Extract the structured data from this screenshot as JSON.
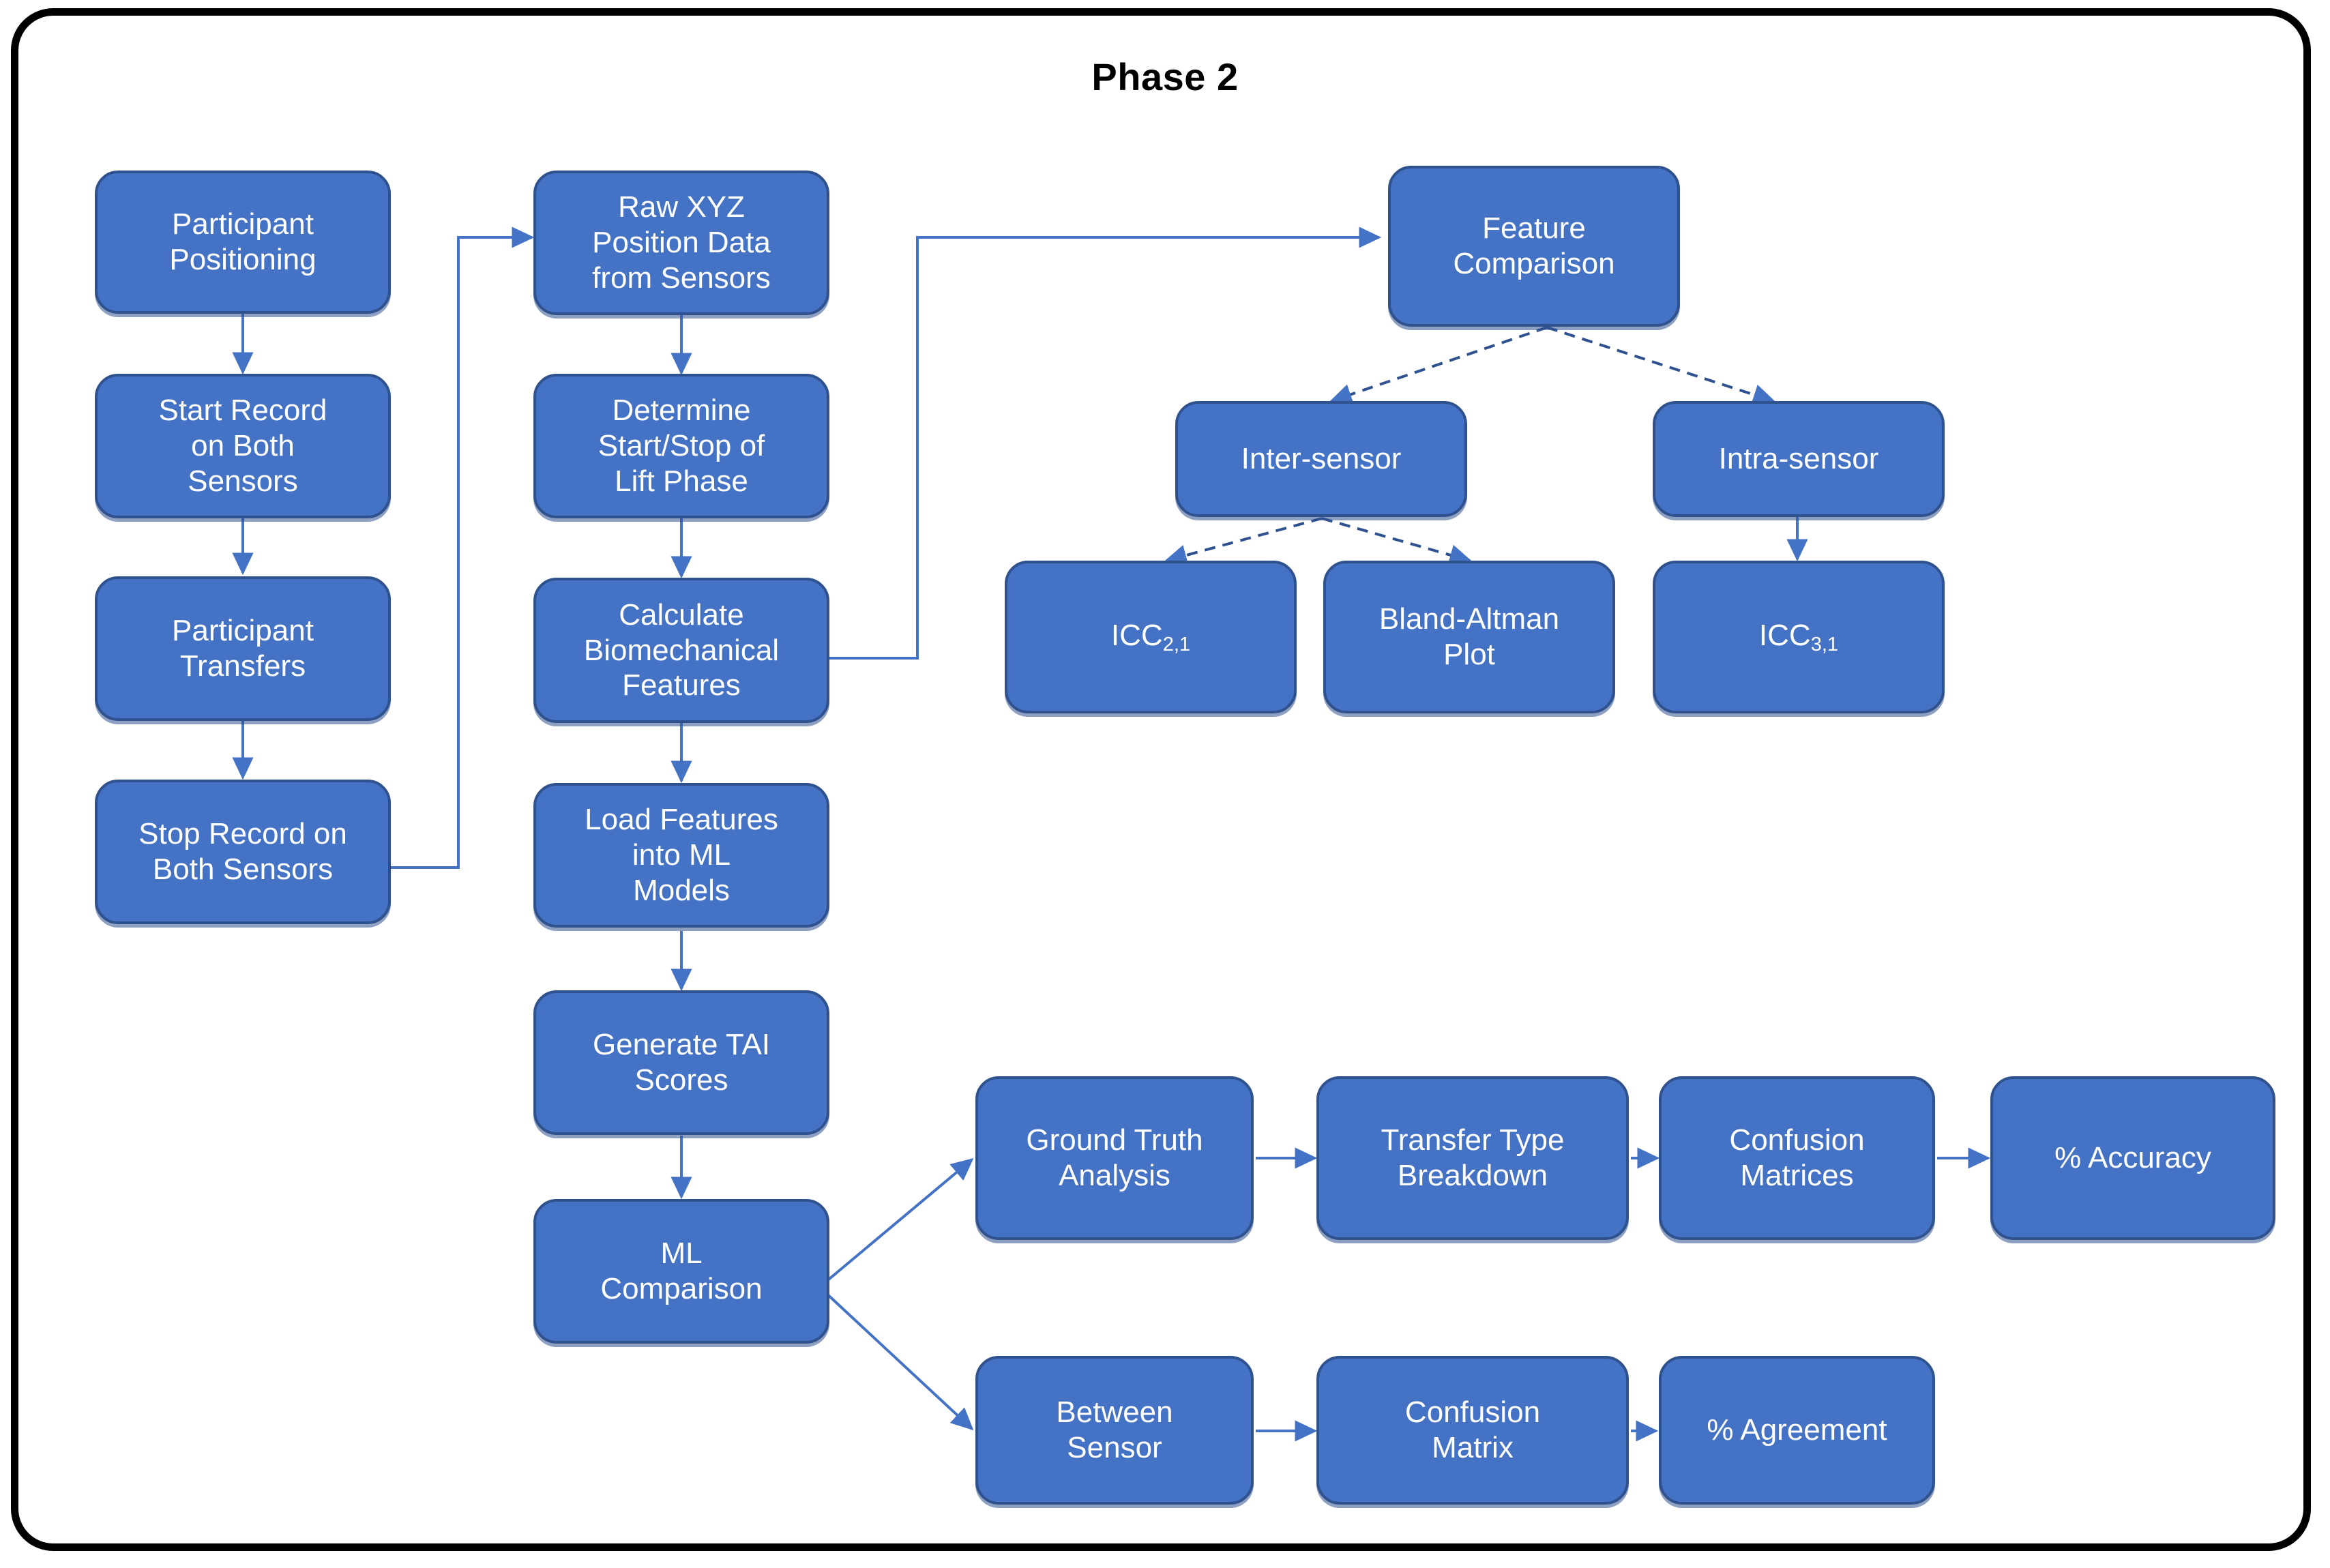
{
  "diagram": {
    "title": "Phase 2",
    "accent_color": "#4472C4",
    "border_color": "#2F528F",
    "arrow_color": "#4472C4",
    "frame_color": "#000000",
    "nodes": {
      "participant_positioning": "Participant\nPositioning",
      "start_record": "Start Record\non Both\nSensors",
      "participant_transfers": "Participant\nTransfers",
      "stop_record": "Stop Record on\nBoth Sensors",
      "raw_xyz": "Raw XYZ\nPosition Data\nfrom Sensors",
      "determine_start_stop": "Determine\nStart/Stop of\nLift Phase",
      "calculate_features": "Calculate\nBiomechanical\nFeatures",
      "load_features": "Load Features\ninto ML\nModels",
      "generate_tai": "Generate TAI\nScores",
      "ml_comparison": "ML\nComparison",
      "feature_comparison": "Feature\nComparison",
      "inter_sensor": "Inter-sensor",
      "intra_sensor": "Intra-sensor",
      "icc_2_1_main": "ICC",
      "icc_2_1_sub": "2,1",
      "bland_altman": "Bland-Altman\nPlot",
      "icc_3_1_main": "ICC",
      "icc_3_1_sub": "3,1",
      "ground_truth": "Ground Truth\nAnalysis",
      "transfer_type": "Transfer Type\nBreakdown",
      "confusion_matrices": "Confusion\nMatrices",
      "percent_accuracy": "% Accuracy",
      "between_sensor": "Between\nSensor",
      "confusion_matrix": "Confusion\nMatrix",
      "percent_agreement": "% Agreement"
    },
    "edges": [
      {
        "from": "participant_positioning",
        "to": "start_record",
        "style": "solid"
      },
      {
        "from": "start_record",
        "to": "participant_transfers",
        "style": "solid"
      },
      {
        "from": "participant_transfers",
        "to": "stop_record",
        "style": "solid"
      },
      {
        "from": "stop_record",
        "to": "raw_xyz",
        "style": "elbow"
      },
      {
        "from": "raw_xyz",
        "to": "determine_start_stop",
        "style": "solid"
      },
      {
        "from": "determine_start_stop",
        "to": "calculate_features",
        "style": "solid"
      },
      {
        "from": "calculate_features",
        "to": "load_features",
        "style": "solid"
      },
      {
        "from": "calculate_features",
        "to": "feature_comparison",
        "style": "elbow"
      },
      {
        "from": "load_features",
        "to": "generate_tai",
        "style": "solid"
      },
      {
        "from": "generate_tai",
        "to": "ml_comparison",
        "style": "solid"
      },
      {
        "from": "feature_comparison",
        "to": "inter_sensor",
        "style": "dashed"
      },
      {
        "from": "feature_comparison",
        "to": "intra_sensor",
        "style": "dashed"
      },
      {
        "from": "inter_sensor",
        "to": "icc_2_1",
        "style": "dashed"
      },
      {
        "from": "inter_sensor",
        "to": "bland_altman",
        "style": "dashed"
      },
      {
        "from": "intra_sensor",
        "to": "icc_3_1",
        "style": "solid"
      },
      {
        "from": "ml_comparison",
        "to": "ground_truth",
        "style": "solid"
      },
      {
        "from": "ml_comparison",
        "to": "between_sensor",
        "style": "solid"
      },
      {
        "from": "ground_truth",
        "to": "transfer_type",
        "style": "solid"
      },
      {
        "from": "transfer_type",
        "to": "confusion_matrices",
        "style": "solid"
      },
      {
        "from": "confusion_matrices",
        "to": "percent_accuracy",
        "style": "solid"
      },
      {
        "from": "between_sensor",
        "to": "confusion_matrix",
        "style": "solid"
      },
      {
        "from": "confusion_matrix",
        "to": "percent_agreement",
        "style": "solid"
      }
    ]
  }
}
